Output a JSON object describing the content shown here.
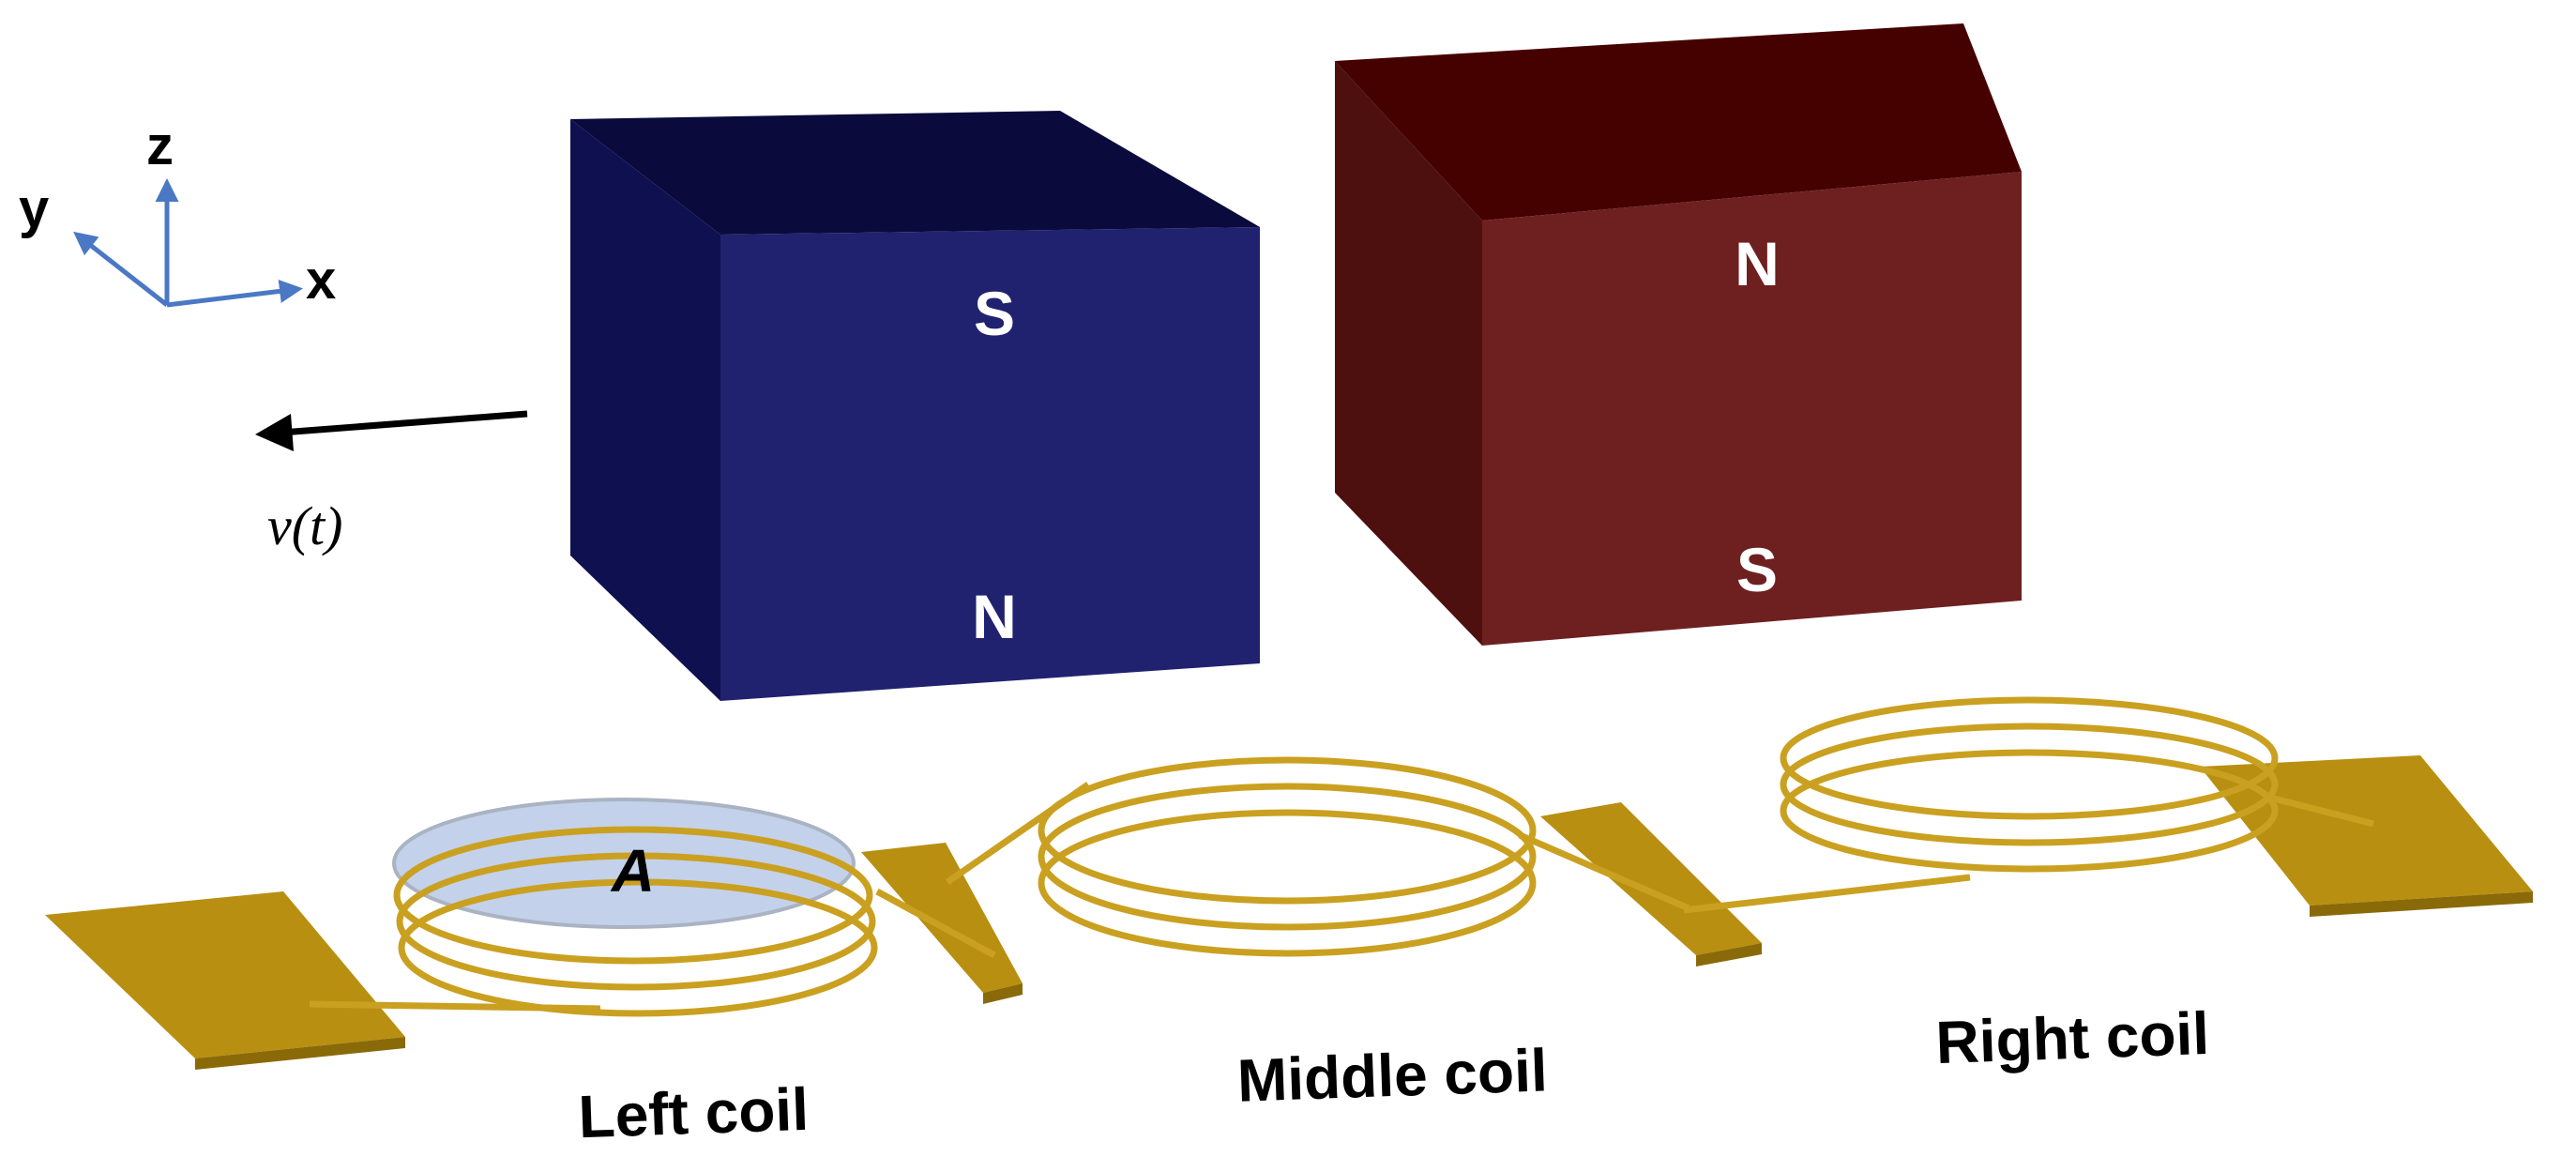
{
  "axes": {
    "x_label": "x",
    "y_label": "y",
    "z_label": "z",
    "color": "#4a78c4"
  },
  "velocity": {
    "label": "v(t)"
  },
  "magnets": {
    "left": {
      "top_pole": "S",
      "bottom_pole": "N",
      "front_color": "#202270",
      "side_color": "#0f1050",
      "top_color": "#0a0b3c"
    },
    "right": {
      "top_pole": "N",
      "bottom_pole": "S",
      "front_color": "#6e2020",
      "side_color": "#4e0f0f",
      "top_color": "#450000"
    }
  },
  "coils": {
    "area_label": "A",
    "wire_color": "#caa020",
    "pad_top_color": "#b88f10",
    "pad_edge_color": "#8a6a08",
    "left_label": "Left coil",
    "middle_label": "Middle coil",
    "right_label": "Right coil"
  }
}
